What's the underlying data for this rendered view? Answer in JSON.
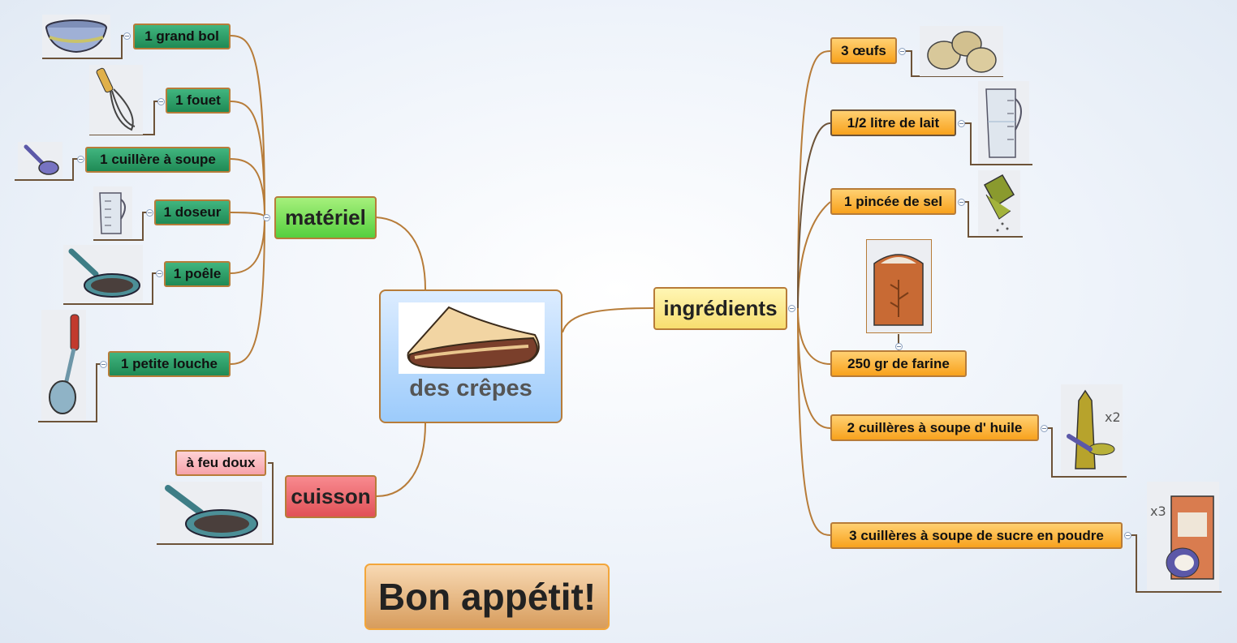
{
  "central": {
    "title": "des crêpes"
  },
  "branches": {
    "materiel": "matériel",
    "ingredients": "ingrédients",
    "cuisson": "cuisson"
  },
  "materiel_items": [
    "1 grand bol",
    "1 fouet",
    "1 cuillère à  soupe",
    "1 doseur",
    "1 poêle",
    "1 petite louche"
  ],
  "ingredient_items": [
    "3 œufs",
    "1/2 litre de  lait",
    "1 pincée de  sel",
    "250 gr de  farine",
    "2 cuillères à soupe d' huile",
    "3 cuillères à soupe de sucre en poudre"
  ],
  "cuisson_items": [
    "à feu doux"
  ],
  "closing": "Bon appétit!",
  "pictures": {
    "materiel": [
      "bowl-icon",
      "whisk-icon",
      "spoon-icon",
      "measuring-jug-icon",
      "frying-pan-icon",
      "ladle-icon"
    ],
    "ingredients": [
      "eggs-icon",
      "milk-jug-icon",
      "salt-shaker-icon",
      "flour-bag-icon",
      "oil-bottle-icon",
      "sugar-bag-icon"
    ],
    "cuisson": [
      "frying-pan-icon"
    ],
    "central": "crepe-icon"
  },
  "colors": {
    "connector": "#b77c39",
    "materiel_topic": "#2a9a64",
    "ingredient_topic": "#f8a21d",
    "cuisson_topic": "#f5a2aa",
    "central_topic": "#9ccbfb"
  }
}
